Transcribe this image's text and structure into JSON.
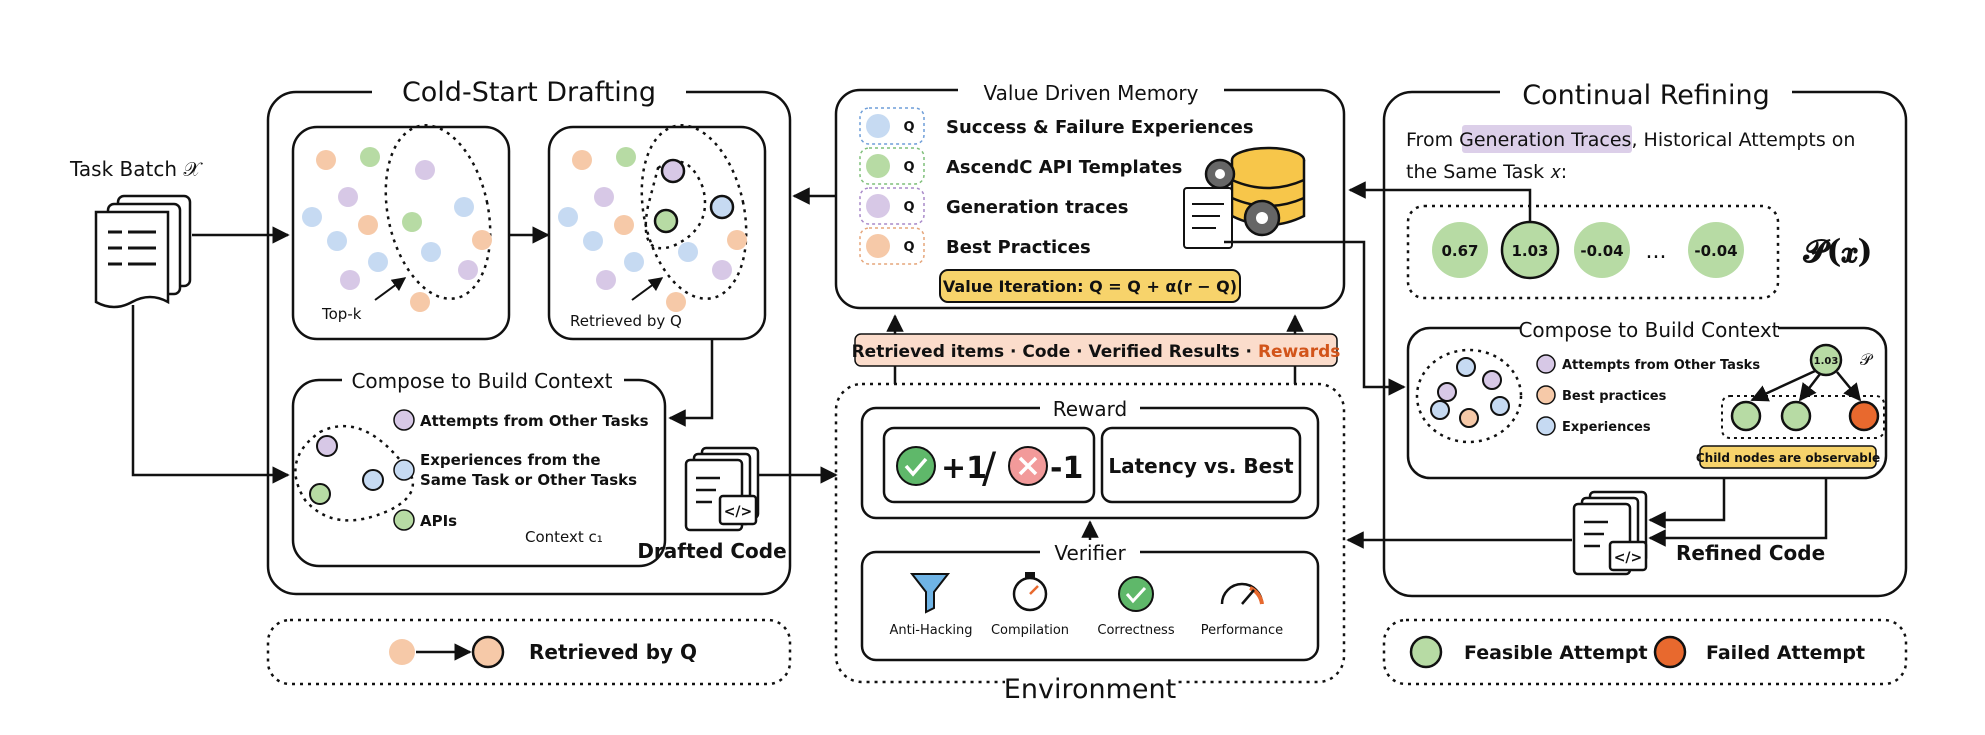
{
  "task_batch": "Task Batch 𝒳",
  "cold_start": {
    "title": "Cold-Start Drafting",
    "topk_label": "Top-k",
    "retrieved_label": "Retrieved by Q",
    "compose_title": "Compose to Build Context",
    "items": [
      "Attempts from Other Tasks",
      "Experiences from the",
      "Same Task or Other Tasks",
      "APIs"
    ],
    "context_label": "Context c₁",
    "drafted_code": "Drafted Code"
  },
  "legend_left": {
    "label": "Retrieved by Q"
  },
  "memory": {
    "title": "Value Driven Memory",
    "q": "Q",
    "rows": [
      "Success & Failure Experiences",
      "AscendC API Templates",
      "Generation traces",
      "Best Practices"
    ],
    "value_iteration": "Value Iteration: Q = Q + α(r − Q)"
  },
  "retrieved_bar": {
    "text": "Retrieved items · Code · Verified Results · ",
    "rewards": "Rewards"
  },
  "environment": {
    "title": "Environment",
    "reward_title": "Reward",
    "plus": "+1",
    "slash": "/",
    "minus": "-1",
    "latency": "Latency vs. Best",
    "verifier_title": "Verifier",
    "checks": [
      "Anti-Hacking",
      "Compilation",
      "Correctness",
      "Performance"
    ]
  },
  "continual": {
    "title": "Continual Refining",
    "line1_prefix": "From ",
    "line1_highlight": "Generation Traces",
    "line1_suffix": ", Historical Attempts on",
    "line2": "the Same Task 𝑥:",
    "scores": [
      "0.67",
      "1.03",
      "-0.04",
      "-0.04"
    ],
    "ellipsis": "...",
    "px": "𝓟(𝒙)",
    "compose_title": "Compose to Build Context",
    "items": [
      "Attempts from Other Tasks",
      "Best practices",
      "Experiences"
    ],
    "root_value": "1.03",
    "p_small": "𝒫",
    "observable": "Child nodes are observable",
    "refined_code": "Refined Code"
  },
  "legend_right": {
    "feasible": "Feasible Attempt",
    "failed": "Failed Attempt"
  },
  "colors": {
    "green": "#b7dba4",
    "orange": "#e8692e",
    "peach": "#f6c9a8",
    "lavender": "#d7c8e6",
    "blue": "#c6daf2",
    "highlight": "#dccfe9",
    "gold": "#f7d36b"
  }
}
